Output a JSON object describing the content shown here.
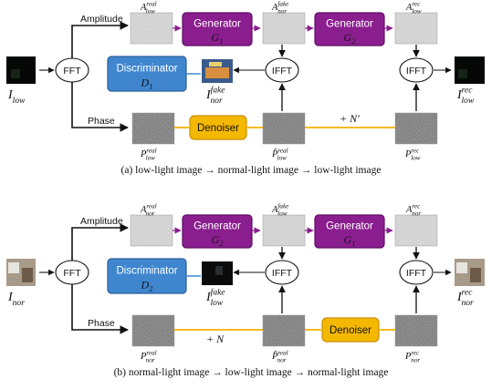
{
  "panels": [
    {
      "id": "a",
      "labels": {
        "amplitude": "Amplitude",
        "phase": "Phase",
        "fft": "FFT",
        "ifft": "IFFT",
        "input": {
          "base": "I",
          "sub": "low",
          "sup": ""
        },
        "output": {
          "base": "I",
          "sub": "low",
          "sup": "rec"
        },
        "amp_real": {
          "base": "A",
          "sub": "low",
          "sup": "real"
        },
        "amp_fake": {
          "base": "A",
          "sub": "nor",
          "sup": "fake"
        },
        "amp_rec": {
          "base": "A",
          "sub": "low",
          "sup": "rec"
        },
        "phase_real": {
          "base": "P",
          "sub": "low",
          "sup": "real"
        },
        "phase_denoised": {
          "base": "P̂",
          "sub": "low",
          "sup": "real"
        },
        "phase_rec": {
          "base": "P",
          "sub": "low",
          "sup": "rec"
        },
        "fake_image": {
          "base": "I",
          "sub": "nor",
          "sup": "fake"
        },
        "noise": "+ N′"
      },
      "gen1": {
        "title": "Generator",
        "symbol": "G",
        "sub": "1"
      },
      "gen2": {
        "title": "Generator",
        "symbol": "G",
        "sub": "2"
      },
      "disc": {
        "title": "Discriminator",
        "symbol": "D",
        "sub": "1"
      },
      "denoiser": "Denoiser",
      "caption": "(a) low-light image → normal-light image → low-light image"
    },
    {
      "id": "b",
      "labels": {
        "amplitude": "Amplitude",
        "phase": "Phase",
        "fft": "FFT",
        "ifft": "IFFT",
        "input": {
          "base": "I",
          "sub": "nor",
          "sup": ""
        },
        "output": {
          "base": "I",
          "sub": "nor",
          "sup": "rec"
        },
        "amp_real": {
          "base": "A",
          "sub": "nor",
          "sup": "real"
        },
        "amp_fake": {
          "base": "A",
          "sub": "low",
          "sup": "fake"
        },
        "amp_rec": {
          "base": "A",
          "sub": "nor",
          "sup": "rec"
        },
        "phase_real": {
          "base": "P",
          "sub": "nor",
          "sup": "real"
        },
        "phase_denoised": {
          "base": "P̂",
          "sub": "nor",
          "sup": "real"
        },
        "phase_rec": {
          "base": "P",
          "sub": "nor",
          "sup": "rec"
        },
        "fake_image": {
          "base": "I",
          "sub": "low",
          "sup": "fake"
        },
        "noise": "+ N"
      },
      "gen1": {
        "title": "Generator",
        "symbol": "G",
        "sub": "2"
      },
      "gen2": {
        "title": "Generator",
        "symbol": "G",
        "sub": "1"
      },
      "disc": {
        "title": "Discriminator",
        "symbol": "D",
        "sub": "2"
      },
      "denoiser": "Denoiser",
      "caption": "(b) normal-light image → low-light image → normal-light image"
    }
  ],
  "colors": {
    "generator": "#8b1e8f",
    "generator_border": "#5c0f63",
    "discriminator": "#3f86cf",
    "discriminator_border": "#2a5f99",
    "denoiser": "#f5b800",
    "denoiser_border": "#c98f00",
    "phase_line": "#f2b200",
    "disc_line": "#4a90d9",
    "gen_arrow": "#8b1e8f",
    "line": "#111111"
  }
}
